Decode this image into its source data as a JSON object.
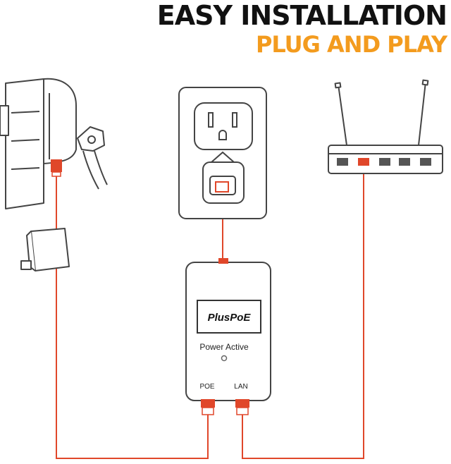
{
  "header": {
    "title": "EASY INSTALLATION",
    "subtitle": "PLUG AND PLAY"
  },
  "injector": {
    "brand": "PlusPoE",
    "status_label": "Power Active",
    "ports": {
      "poe": "POE",
      "lan": "LAN"
    }
  },
  "colors": {
    "title": "#111111",
    "subtitle": "#f39b1e",
    "cable": "#e0472a",
    "outline": "#444444"
  },
  "icons": [
    "camera-icon",
    "wall-outlet-icon",
    "router-icon",
    "poe-injector-icon"
  ]
}
